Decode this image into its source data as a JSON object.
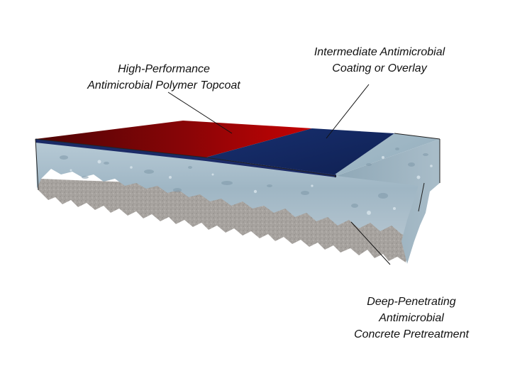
{
  "labels": {
    "topcoat": {
      "line1": "High-Performance",
      "line2": "Antimicrobial Polymer Topcoat"
    },
    "intermediate": {
      "line1": "Intermediate Antimicrobial",
      "line2": "Coating or Overlay"
    },
    "pretreatment": {
      "line1": "Deep-Penetrating",
      "line2": "Antimicrobial",
      "line3": "Concrete Pretreatment"
    }
  },
  "colors": {
    "topcoat_red": "#c00000",
    "topcoat_dark": "#5a0505",
    "intermediate_blue": "#14275e",
    "concrete": "#9fb8c6",
    "gravel": "#a8a4a0",
    "leader_line": "#111111"
  }
}
